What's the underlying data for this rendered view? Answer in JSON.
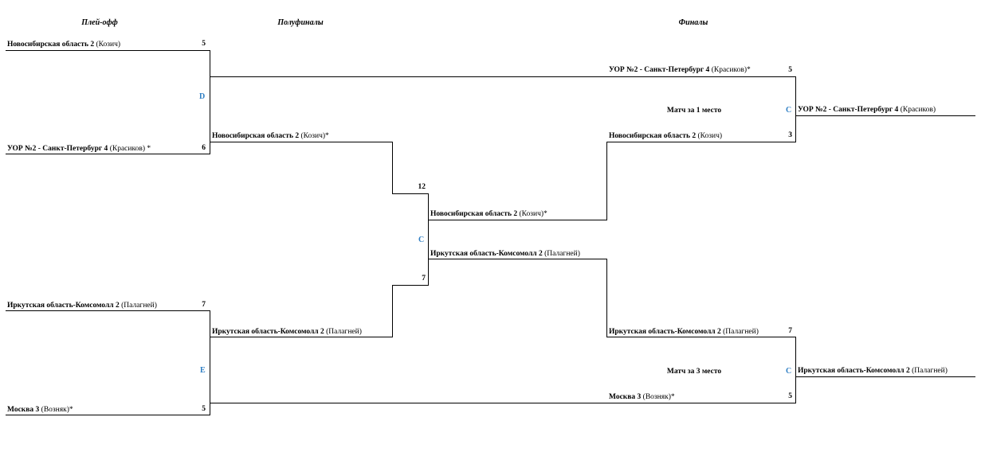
{
  "headers": {
    "playoff": "Плей-офф",
    "semifinals": "Полуфиналы",
    "finals": "Финалы"
  },
  "playoff": {
    "match_d": {
      "code": "D",
      "team1": {
        "name": "Новосибирская область 2",
        "coach": " (Козич)",
        "score": "5"
      },
      "team2": {
        "name": "УОР №2 - Санкт-Петербург 4",
        "coach": " (Красиков) *",
        "score": "6"
      }
    },
    "match_e": {
      "code": "E",
      "team1": {
        "name": "Иркутская область-Комсомолл 2",
        "coach": " (Палагней)",
        "score": "7"
      },
      "team2": {
        "name": "Москва 3",
        "coach": " (Возняк)*",
        "score": "5"
      }
    }
  },
  "semifinals": {
    "code": "C",
    "team1": {
      "name": "Новосибирская область 2",
      "coach": " (Козич)*",
      "score": "12"
    },
    "team2": {
      "name": "Иркутская область-Комсомолл 2",
      "coach": " (Палагней)",
      "score": "7"
    }
  },
  "semi_results": {
    "winner": {
      "name": "Новосибирская область 2",
      "coach": " (Козич)*"
    },
    "loser": {
      "name": "Иркутская область-Комсомолл 2",
      "coach": " (Палагней)"
    }
  },
  "final_first": {
    "caption": "Матч за 1 место",
    "code": "C",
    "team1": {
      "name": "УОР №2 - Санкт-Петербург 4",
      "coach": " (Красиков)*",
      "score": "5"
    },
    "team2": {
      "name": "Новосибирская область 2",
      "coach": " (Козич)",
      "score": "3"
    },
    "winner": {
      "name": "УОР №2 - Санкт-Петербург 4",
      "coach": " (Красиков)"
    }
  },
  "final_third": {
    "caption": "Матч за 3 место",
    "code": "C",
    "team1": {
      "name": "Иркутская область-Комсомолл 2",
      "coach": " (Палагней)",
      "score": "7"
    },
    "team2": {
      "name": "Москва 3",
      "coach": " (Возняк)*",
      "score": "5"
    },
    "winner": {
      "name": "Иркутская область-Комсомолл 2",
      "coach": " (Палагней)"
    }
  }
}
